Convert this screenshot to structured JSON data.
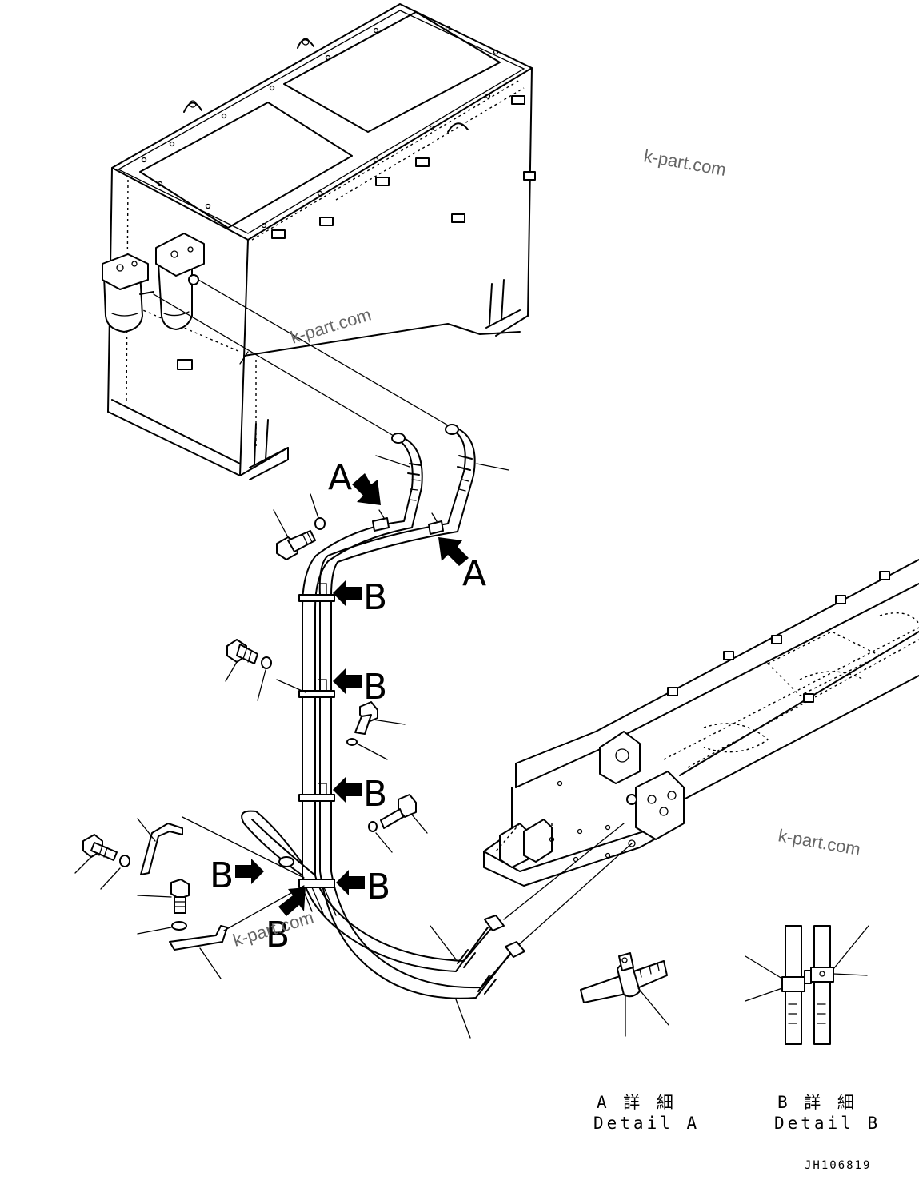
{
  "callouts": {
    "a_upper": "A",
    "a_right": "A",
    "b_1": "B",
    "b_2": "B",
    "b_3": "B",
    "b_left": "B",
    "b_right": "B",
    "b_lower": "B"
  },
  "watermarks": [
    "k-part.com",
    "k-part.com",
    "k-part.com",
    "k-part.com"
  ],
  "detail_a": {
    "jp": "A 詳 細",
    "en": "Detail A"
  },
  "detail_b": {
    "jp": "B 詳 細",
    "en": "Detail B"
  },
  "drawing_code": "JH106819"
}
